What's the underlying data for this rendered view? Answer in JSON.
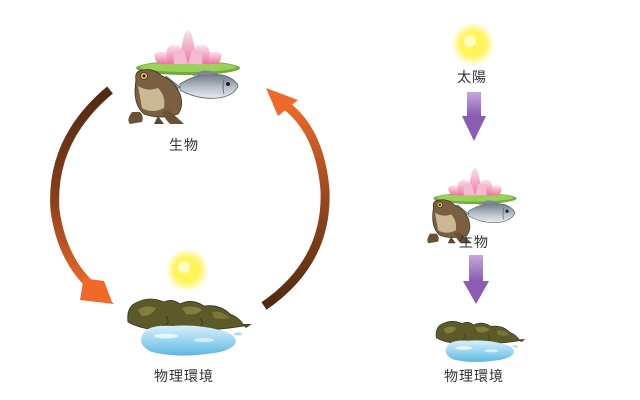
{
  "cycle_diagram": {
    "organisms_label": "生物",
    "environment_label": "物理環境"
  },
  "flow_diagram": {
    "sun_label": "太陽",
    "organisms_label": "生物",
    "environment_label": "物理環境"
  },
  "colors": {
    "arrow_dark_brown": "#5a2c14",
    "arrow_orange": "#ef6a2a",
    "flow_arrow_purple": "#9b6bc0",
    "sun_yellow": "#fff04a",
    "water_blue": "#8fd0ee",
    "rock_olive": "#5d5a2a",
    "lotus_pink": "#f3a0c8",
    "frog_brown": "#7a6040",
    "fish_grey": "#a7b0b8"
  },
  "icons": [
    "sun-icon",
    "lotus-flower-icon",
    "frog-icon",
    "fish-icon",
    "rock-icon",
    "water-pool-icon"
  ]
}
